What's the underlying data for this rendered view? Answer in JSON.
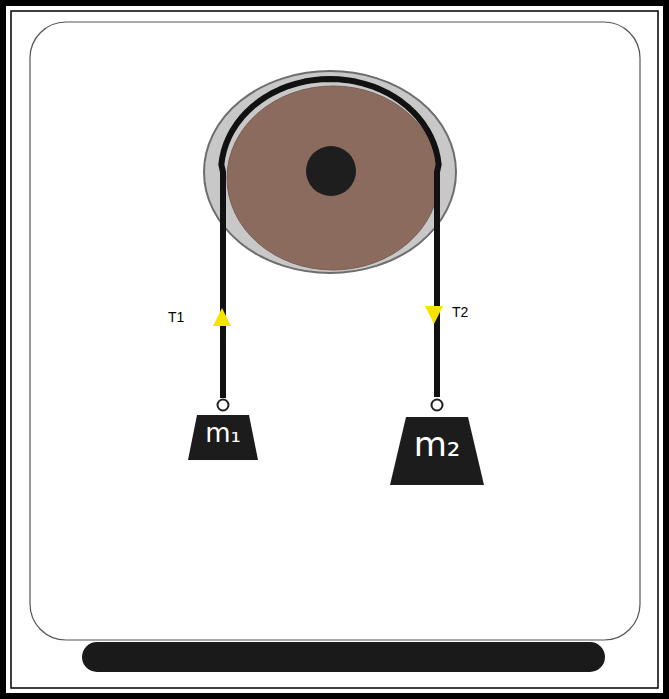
{
  "diagram": {
    "nodes": [
      {
        "text": [
          "m₁"
        ]
      },
      {
        "text": [
          "m₂"
        ]
      }
    ],
    "edges": [
      {
        "from": 0,
        "to": 1,
        "arrow": "none"
      }
    ],
    "labels": [
      "T1",
      "T2"
    ]
  }
}
